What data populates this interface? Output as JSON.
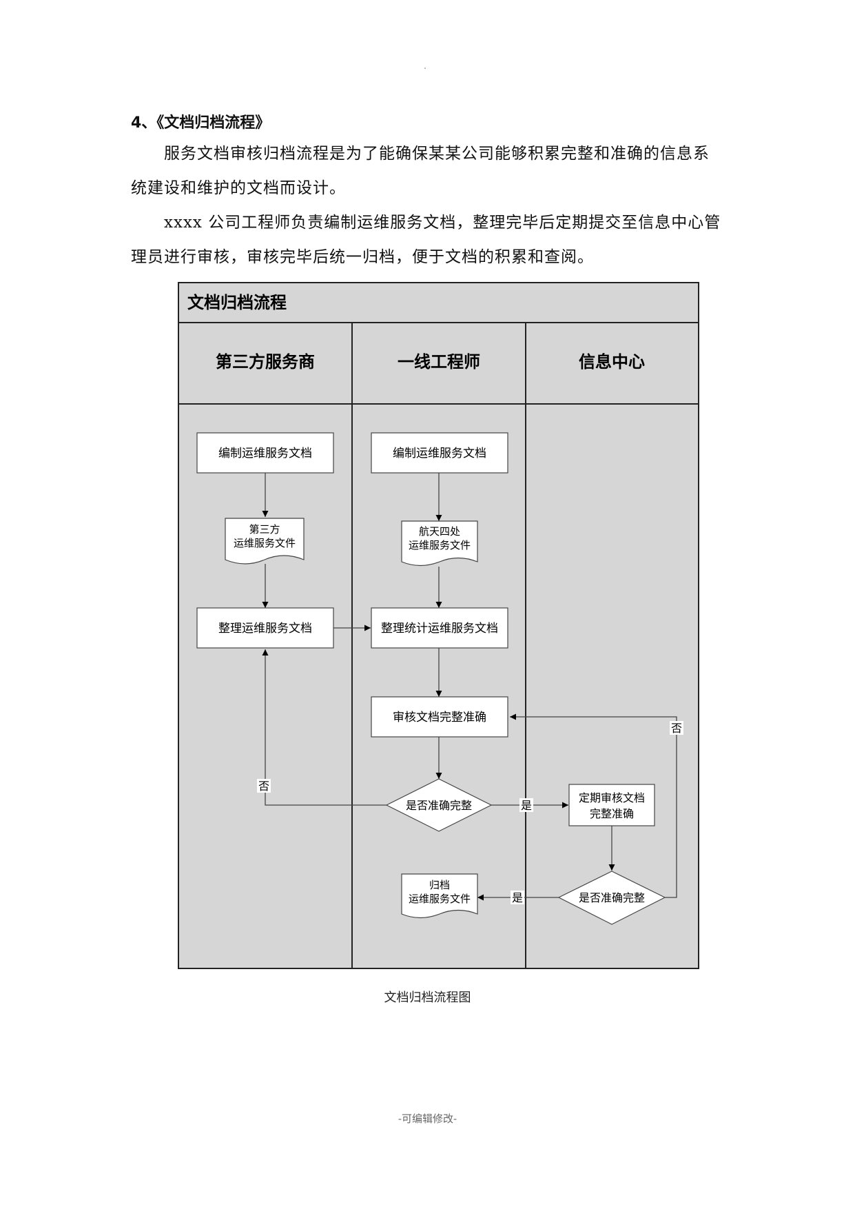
{
  "heading": "4、《文档归档流程》",
  "paragraph_1": "服务文档审核归档流程是为了能确保某某公司能够积累完整和准确的信息系统建设和维护的文档而设计。",
  "paragraph_2": "xxxx 公司工程师负责编制运维服务文档，整理完毕后定期提交至信息中心管理员进行审核，审核完毕后统一归档，便于文档的积累和查阅。",
  "diagram": {
    "title": "文档归档流程",
    "lanes": [
      "第三方服务商",
      "一线工程师",
      "信息中心"
    ],
    "nodes": {
      "tp_compile": "编制运维服务文档",
      "tp_doc_line1": "第三方",
      "tp_doc_line2": "运维服务文件",
      "tp_organize": "整理运维服务文档",
      "en_compile": "编制运维服务文档",
      "en_doc_line1": "航天四处",
      "en_doc_line2": "运维服务文件",
      "en_organize": "整理统计运维服务文档",
      "en_review": "审核文档完整准确",
      "en_decision": "是否准确完整",
      "en_archive_line1": "归档",
      "en_archive_line2": "运维服务文件",
      "ic_review_line1": "定期审核文档",
      "ic_review_line2": "完整准确",
      "ic_decision": "是否准确完整"
    },
    "edge_labels": {
      "yes": "是",
      "no": "否"
    }
  },
  "caption": "文档归档流程图",
  "footer": "-可编辑修改-"
}
